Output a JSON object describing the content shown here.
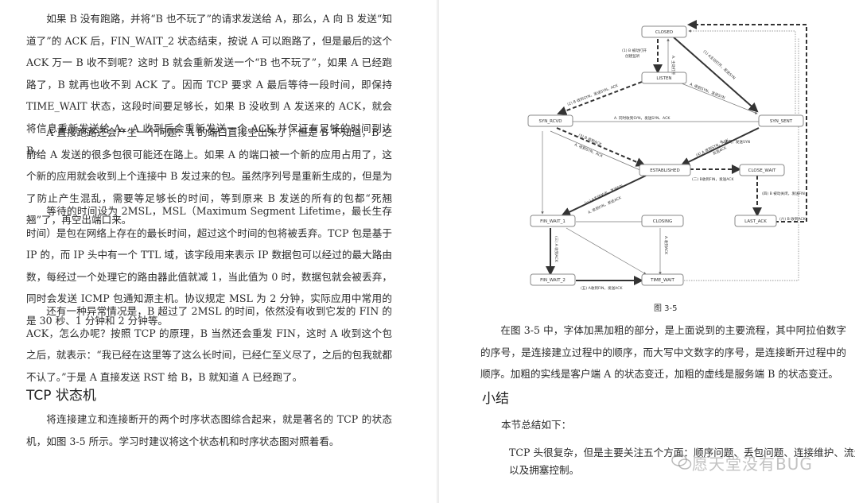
{
  "left_page": {
    "paragraphs": [
      "如果 B 没有跑路，并将“B 也不玩了”的请求发送给 A，那么，A 向 B 发送“知道了”的 ACK 后，FIN_WAIT_2 状态结束，按说 A 可以跑路了，但是最后的这个 ACK 万一 B 收不到呢？这时 B 就会重新发送一个“B 也不玩了”，如果 A 已经跑路了，B 就再也收不到 ACK 了。因而 TCP 要求 A 最后等待一段时间，即保持 TIME_WAIT 状态，这段时间要足够长，如果 B 没收到 A 发送来的 ACK，就会将信息重新发送给 A，A 收到后会重新发送一个 ACK 并保证有足够的时间到达 B。",
      "A 直接跑路还会产生一个问题：A 的端口直接空出来了，但是 B 不知道，B 之前给 A 发送的很多包很可能还在路上。如果 A 的端口被一个新的应用占用了，这个新的应用就会收到上个连接中 B 发过来的包。虽然序列号是重新生成的，但是为了防止产生混乱，需要等足够长的时间，等到原来 B 发送的所有的包都“死翘翘”了，再空出端口来。",
      "等待的时间设为 2MSL，MSL（Maximum Segment Lifetime，最长生存时间）是包在网络上存在的最长时间，超过这个时间的包将被丢弃。TCP 包是基于 IP 的，而 IP 头中有一个 TTL 域，该字段用来表示 IP 数据包可以经过的最大路由数，每经过一个处理它的路由器此值就减 1，当此值为 0 时，数据包就会被丢弃，同时会发送 ICMP 包通知源主机。协议规定 MSL 为 2 分钟，实际应用中常用的是 30 秒、1 分钟和 2 分钟等。",
      "还有一种异常情况是，B 超过了 2MSL 的时间，依然没有收到它发的 FIN 的 ACK，怎么办呢？按照 TCP 的原理，B 当然还会重发 FIN，这时 A 收到这个包之后，就表示：“我已经在这里等了这么长时间，已经仁至义尽了，之后的包我就都不认了。”于是 A 直接发送 RST 给 B，B 就知道 A 已经跑了。"
    ],
    "heading": "TCP 状态机",
    "last_paragraph": "将连接建立和连接断开的两个时序状态图综合起来，就是著名的 TCP 的状态机，如图 3-5 所示。学习时建议将这个状态机和时序状态图对照着看。"
  },
  "right_page": {
    "figure": {
      "caption": "图 3-5",
      "states": {
        "closed": "CLOSED",
        "listen": "LISTEN",
        "syn_rcvd": "SYN_RCVD",
        "syn_sent": "SYN_SENT",
        "established": "ESTABLISHED",
        "close_wait": "CLOSE_WAIT",
        "last_ack": "LAST_ACK",
        "fin_wait_1": "FIN_WAIT_1",
        "closing": "CLOSING",
        "fin_wait_2": "FIN_WAIT_2",
        "time_wait": "TIME_WAIT"
      },
      "arrow_labels": {
        "l1": "(1) B 被动打开",
        "l1b": "创建监听",
        "l2": "(2) B 收到SYN，发送SYN，ACK",
        "l3": "(3) B 收到ACK",
        "l3b": "A. 收到SYN，ACK",
        "l4": "(4) A 收到SYN，ACK，",
        "l4b": "发送ACK",
        "l5": "(1) A主动打开，发送SYN",
        "l6": "A. 主动打开",
        "l7": "A. 同时收到SYN，发送SYN、ACK",
        "l8": "A. 收到SYN，发送SYN",
        "l9": "A. 关闭，发送SYN",
        "l10": "(二) B收到FIN，发送ACK",
        "l11": "(四) B 被动关闭，发送FIN",
        "l12": "(六) B 收到ACK",
        "l13": "(一) A主动关闭，发送FIN",
        "l14": "A. 收到FIN，发送ACK",
        "l15": "(三) A 收到ACK",
        "l16": "A.收到ACK",
        "l17": "(五) A收到FIN，发送ACK"
      }
    },
    "paragraph": "在图 3-5 中，字体加黑加粗的部分，是上面说到的主要流程，其中阿拉伯数字的序号，是连接建立过程中的顺序，而大写中文数字的序号，是连接断开过程中的顺序。加粗的实线是客户端 A 的状态变迁，加粗的虚线是服务端 B 的状态变迁。",
    "heading": "小结",
    "summary_intro": "本节总结如下：",
    "bullet_line1": "TCP 头很复杂，但是主要关注五个方面：顺序问题、丢包问题、连接维护、流量控制、",
    "bullet_line2": "以及拥塞控制。"
  },
  "watermark": "愿天堂没有BUG"
}
